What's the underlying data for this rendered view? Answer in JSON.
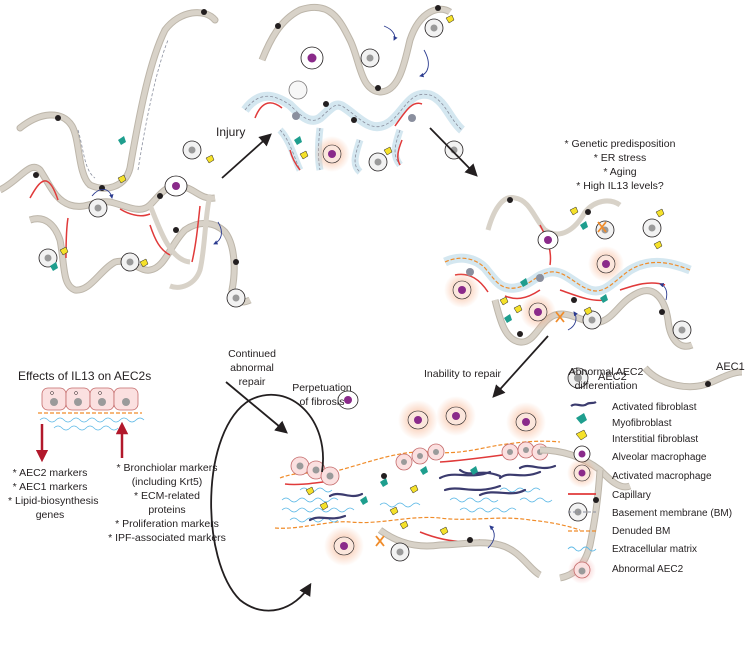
{
  "labels": {
    "injury": "Injury",
    "predisposition": [
      "* Genetic predisposition",
      "* ER stress",
      "* Aging",
      "* High IL13 levels?"
    ],
    "continued": [
      "Continued",
      "abnormal",
      "repair"
    ],
    "perpetuation": [
      "Perpetuation",
      "of fibrosis"
    ],
    "inability": "Inability to repair",
    "abnormal_diff": [
      "Abnormal AEC2",
      "differentiation"
    ],
    "effects_title": "Effects of IL13 on AEC2s",
    "down_list": [
      "* AEC2 markers",
      "* AEC1 markers",
      "* Lipid-biosynthesis",
      "genes"
    ],
    "up_list": [
      "* Bronchiolar markers",
      "(including Krt5)",
      "* ECM-related",
      "proteins",
      "* Proliferation markers",
      "* IPF-associated markers"
    ]
  },
  "legend": {
    "aec2": "AEC2",
    "aec1": "AEC1",
    "items": [
      {
        "label": "Activated fibroblast",
        "icon": "activated-fibroblast-icon"
      },
      {
        "label": "Myofibroblast",
        "icon": "myofibroblast-icon"
      },
      {
        "label": "Interstitial fibroblast",
        "icon": "interstitial-fibroblast-icon"
      },
      {
        "label": "Alveolar macrophage",
        "icon": "alveolar-macrophage-icon"
      },
      {
        "label": "Activated macrophage",
        "icon": "activated-macrophage-icon"
      },
      {
        "label": "Capillary",
        "icon": "capillary-icon"
      },
      {
        "label": "Basement membrane (BM)",
        "icon": "basement-membrane-icon"
      },
      {
        "label": "Denuded BM",
        "icon": "denuded-bm-icon"
      },
      {
        "label": "Extracellular matrix",
        "icon": "extracellular-matrix-icon"
      },
      {
        "label": "Abnormal AEC2",
        "icon": "abnormal-aec2-icon"
      }
    ]
  },
  "colors": {
    "capillary": "#e03a3a",
    "basement_membrane": "#8a8f9e",
    "denuded_bm": "#f08c2a",
    "ecm": "#5bb8e6",
    "myofibroblast": "#1e9e8e",
    "interstitial_fibroblast": "#f5e12a",
    "macrophage_nucleus": "#8a2a8a",
    "activated_glow": "#f7b08a",
    "epithelium": "#d8d2c8",
    "arrow_red": "#b2182b",
    "curl_blue": "#2b3b8f"
  }
}
